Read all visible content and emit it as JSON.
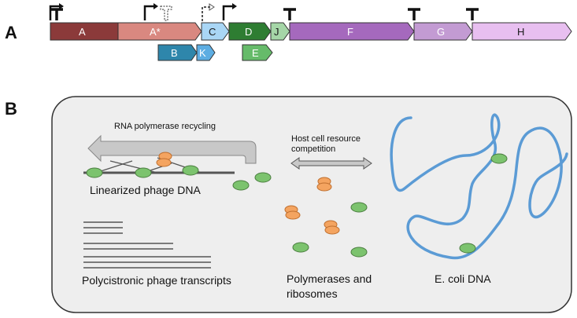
{
  "panel_a": {
    "label": "A",
    "genes": {
      "A": "A",
      "A_star": "A*",
      "B": "B",
      "K": "K",
      "C": "C",
      "D": "D",
      "E": "E",
      "J": "J",
      "F": "F",
      "G": "G",
      "H": "H"
    }
  },
  "panel_b": {
    "label": "B",
    "recycling_label": "RNA polymerase recycling",
    "competition_label_line1": "Host cell resource",
    "competition_label_line2": "competition",
    "phage_dna_label": "Linearized phage DNA",
    "transcripts_label": "Polycistronic phage transcripts",
    "polymerases_label_line1": "Polymerases and",
    "polymerases_label_line2": "ribosomes",
    "ecoli_label": "E. coli DNA"
  },
  "colors": {
    "gene_A": "#8b3a3a",
    "gene_A_star": "#d98880",
    "gene_B": "#2e86ab",
    "gene_K": "#5dade2",
    "gene_C": "#a9d6f5",
    "gene_D": "#2e7d32",
    "gene_E": "#66bb6a",
    "gene_J": "#a5d6a7",
    "gene_F": "#a569bd",
    "gene_G": "#c39bd3",
    "gene_H": "#e8bff0",
    "cell_fill": "#eeeeee",
    "ecoli_dna": "#5b9bd5",
    "polymerase": "#7cc36e",
    "ribosome": "#f4a460"
  }
}
